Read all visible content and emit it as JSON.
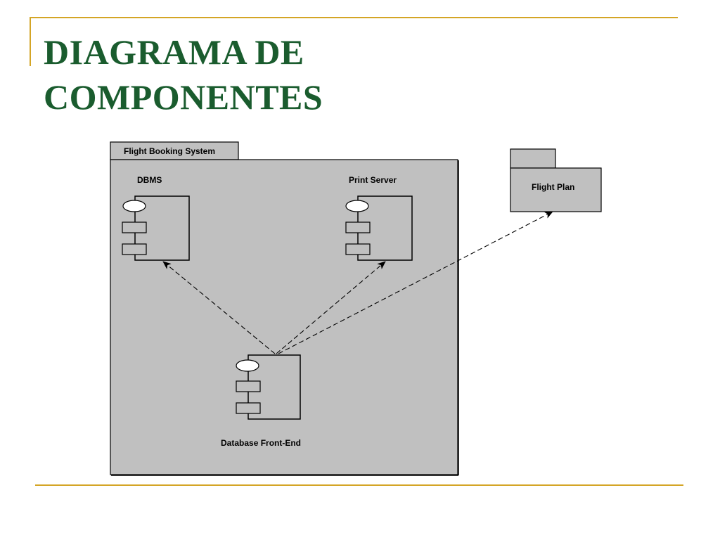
{
  "slide": {
    "title_line1": "DIAGRAMA DE",
    "title_line2": "COMPONENTES",
    "accent_color": "#d4a526",
    "title_color": "#1a5c2e"
  },
  "diagram": {
    "package_fill": "#c0c0c0",
    "package": {
      "label": "Flight Booking System"
    },
    "external_package": {
      "label": "Flight Plan"
    },
    "components": [
      {
        "id": "dbms",
        "label": "DBMS"
      },
      {
        "id": "print-server",
        "label": "Print Server"
      },
      {
        "id": "database-front-end",
        "label": "Database Front-End"
      }
    ],
    "dependencies": [
      {
        "from": "Database Front-End",
        "to": "DBMS",
        "style": "dashed"
      },
      {
        "from": "Database Front-End",
        "to": "Print Server",
        "style": "dashed"
      },
      {
        "from": "Database Front-End",
        "to": "Flight Plan",
        "style": "dashed"
      }
    ]
  }
}
